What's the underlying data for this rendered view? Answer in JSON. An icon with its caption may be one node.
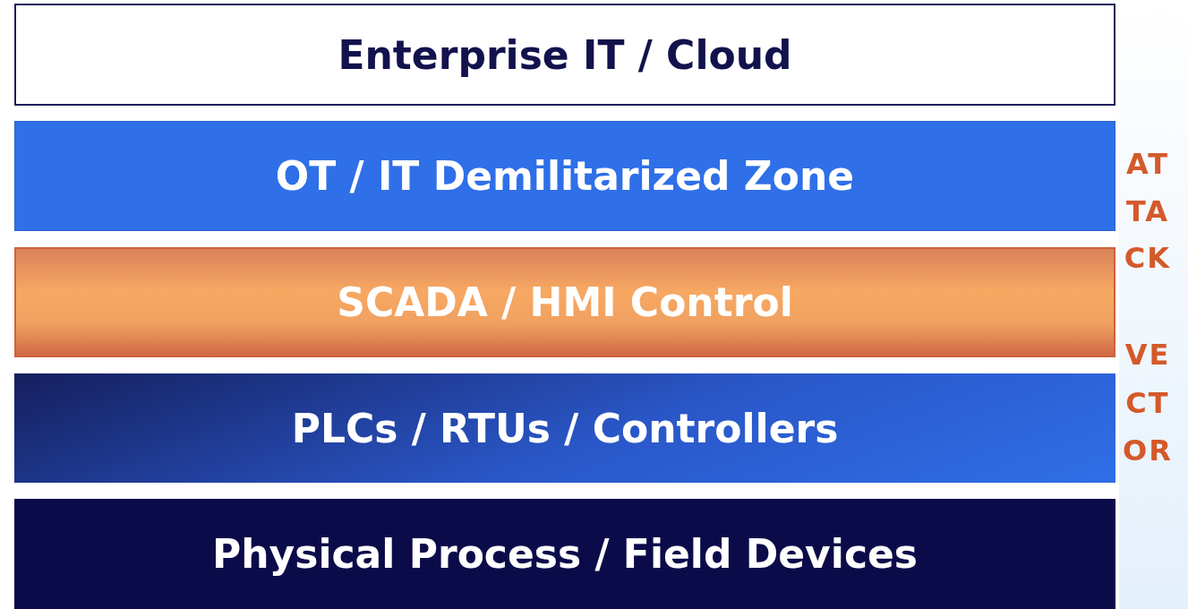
{
  "diagram": {
    "nodes": [
      {
        "text": [
          "Enterprise IT / Cloud"
        ]
      },
      {
        "text": [
          "OT / IT Demilitarized Zone"
        ]
      },
      {
        "text": [
          "SCADA / HMI Control"
        ]
      },
      {
        "text": [
          "PLCs / RTUs / Controllers"
        ]
      },
      {
        "text": [
          "Physical Process / Field Devices"
        ]
      }
    ],
    "edges": [],
    "labels": [
      "AT",
      "TA",
      "CK",
      "VE",
      "CT",
      "OR"
    ]
  }
}
